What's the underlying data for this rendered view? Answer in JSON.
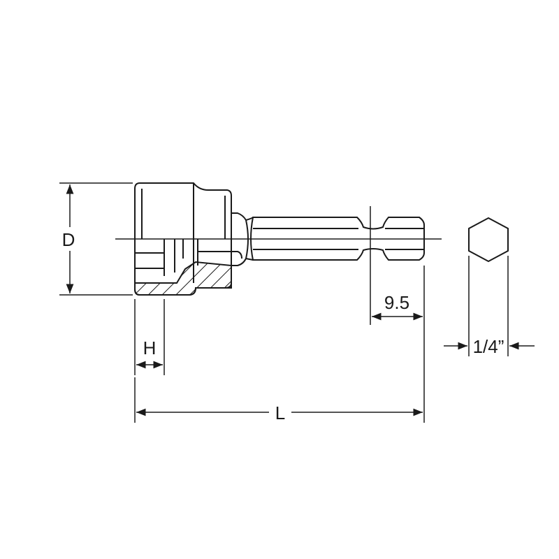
{
  "drawing": {
    "labels": {
      "diameter": "D",
      "hex_depth": "H",
      "length": "L",
      "tip_length": "9.5",
      "shank_hex": "1/4”"
    },
    "line_color": "#1a1a1a"
  }
}
